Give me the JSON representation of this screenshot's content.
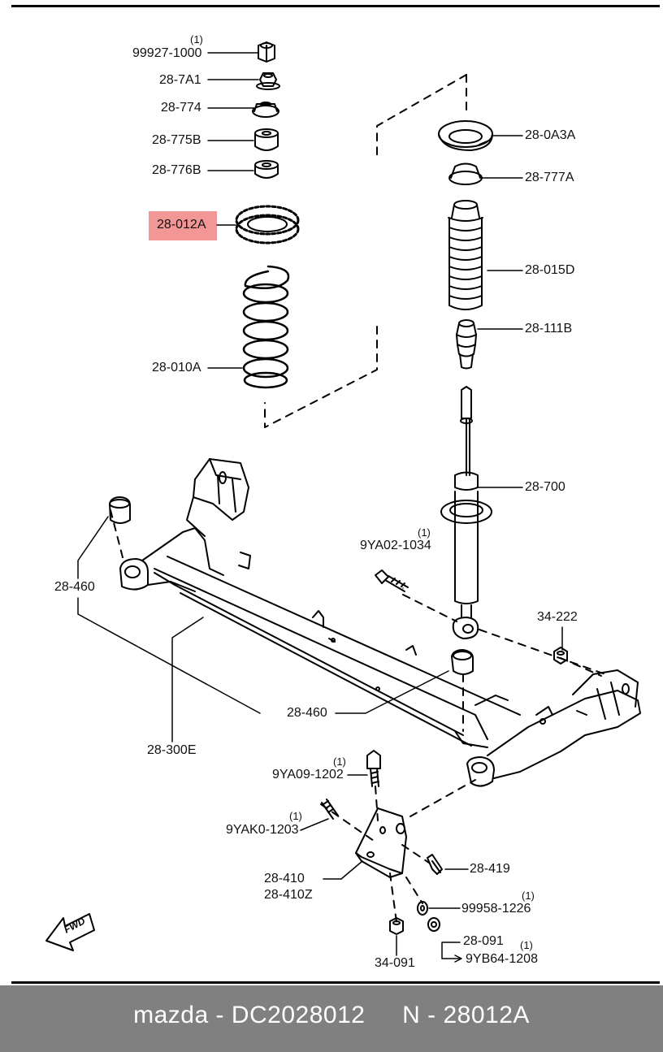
{
  "parts": {
    "p99927": {
      "number": "99927-1000",
      "qty": "(1)"
    },
    "p287a1": {
      "number": "28-7A1"
    },
    "p28774": {
      "number": "28-774"
    },
    "p28775b": {
      "number": "28-775B"
    },
    "p28776b": {
      "number": "28-776B"
    },
    "p28012a": {
      "number": "28-012A"
    },
    "p28010a": {
      "number": "28-010A"
    },
    "p280a3a": {
      "number": "28-0A3A"
    },
    "p28777a": {
      "number": "28-777A"
    },
    "p28015d": {
      "number": "28-015D"
    },
    "p28111b": {
      "number": "28-111B"
    },
    "p28700": {
      "number": "28-700"
    },
    "p9ya02": {
      "number": "9YA02-1034",
      "qty": "(1)"
    },
    "p34222": {
      "number": "34-222"
    },
    "p28460a": {
      "number": "28-460"
    },
    "p28460b": {
      "number": "28-460"
    },
    "p28300e": {
      "number": "28-300E"
    },
    "p9ya09": {
      "number": "9YA09-1202",
      "qty": "(1)"
    },
    "p9yak0": {
      "number": "9YAK0-1203",
      "qty": "(1)"
    },
    "p28410": {
      "number": "28-410"
    },
    "p28410z": {
      "number": "28-410Z"
    },
    "p28419": {
      "number": "28-419"
    },
    "p99958": {
      "number": "99958-1226",
      "qty": "(1)"
    },
    "p28091": {
      "number": "28-091"
    },
    "p9yb64": {
      "number": "9YB64-1208",
      "qty": "(1)"
    },
    "p34091": {
      "number": "34-091"
    }
  },
  "fwd_label": "FWD",
  "highlight_color": "#f28b8b",
  "footer": {
    "brand": "mazda",
    "sep1": "-",
    "oem": "DC2028012",
    "code_prefix": "N",
    "sep2": "-",
    "code": "28012A"
  }
}
